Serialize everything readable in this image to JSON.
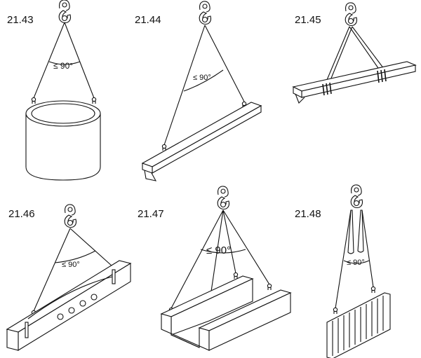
{
  "figures": [
    {
      "number": "21.43",
      "angle_label": "≤ 90°",
      "object": "ring"
    },
    {
      "number": "21.44",
      "angle_label": "≤ 90°",
      "object": "beam"
    },
    {
      "number": "21.45",
      "angle_label": "",
      "object": "beam with choker slings"
    },
    {
      "number": "21.46",
      "angle_label": "≤ 90°",
      "object": "perforated beam"
    },
    {
      "number": "21.47",
      "angle_label": "≤ 90°",
      "object": "U-channel"
    },
    {
      "number": "21.48",
      "angle_label": "≤ 90°",
      "object": "ribbed panel"
    }
  ],
  "colors": {
    "line": "#111111",
    "background": "#ffffff"
  },
  "icons": [
    "crane-hook-icon"
  ]
}
